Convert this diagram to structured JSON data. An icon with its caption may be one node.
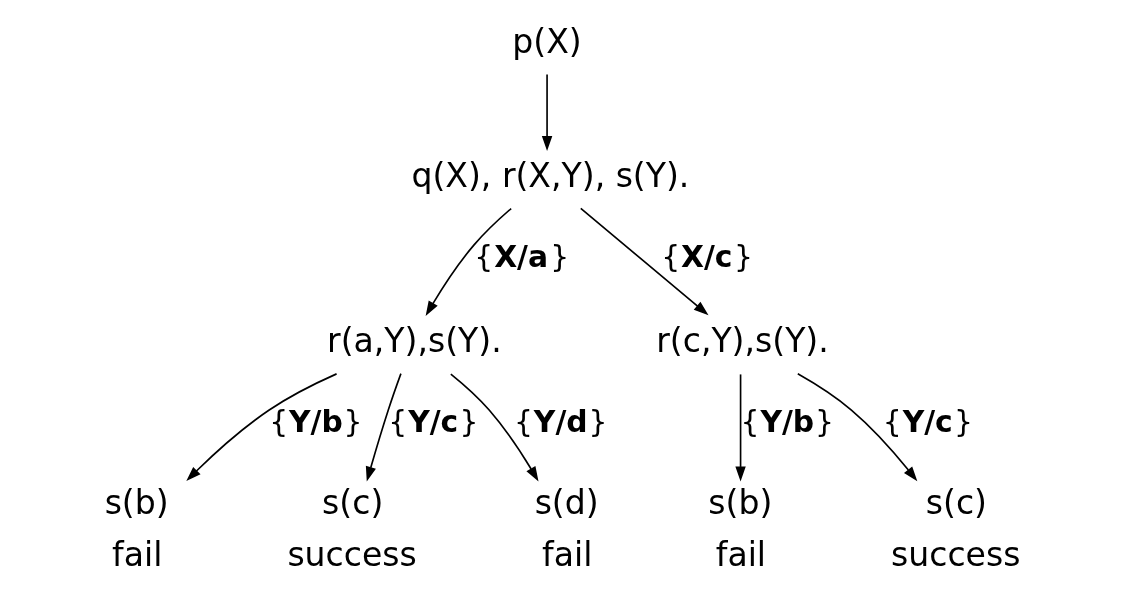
{
  "diagram": {
    "nodes": [
      {
        "text": [
          "p(X)"
        ]
      },
      {
        "text": [
          "q(X), r(X,Y), s(Y)."
        ]
      },
      {
        "text": [
          "r(a,Y),s(Y)."
        ]
      },
      {
        "text": [
          "r(c,Y),s(Y)."
        ]
      },
      {
        "text": [
          "s(b)"
        ],
        "beside": [
          "fail"
        ]
      },
      {
        "text": [
          "s(c)"
        ],
        "beside": [
          "success"
        ]
      },
      {
        "text": [
          "s(d)"
        ],
        "beside": [
          "fail"
        ]
      },
      {
        "text": [
          "s(b)"
        ],
        "beside": [
          "fail"
        ]
      },
      {
        "text": [
          "s(c)"
        ],
        "beside": [
          "success"
        ]
      }
    ],
    "edges": [
      {
        "from": 0,
        "to": 1,
        "arrow": "to"
      },
      {
        "from": 1,
        "to": 2,
        "arrow": "to",
        "label": "{**X/a**}"
      },
      {
        "from": 1,
        "to": 3,
        "arrow": "to",
        "label": "{**X/c**}"
      },
      {
        "from": 2,
        "to": 4,
        "arrow": "to",
        "label": "{**Y/b**}"
      },
      {
        "from": 2,
        "to": 5,
        "arrow": "to",
        "label": "{**Y/c**}"
      },
      {
        "from": 2,
        "to": 6,
        "arrow": "to",
        "label": "{**Y/d**}"
      },
      {
        "from": 3,
        "to": 7,
        "arrow": "to",
        "label": "{**Y/b**}"
      },
      {
        "from": 3,
        "to": 8,
        "arrow": "to",
        "label": "{**Y/c**}"
      }
    ]
  }
}
